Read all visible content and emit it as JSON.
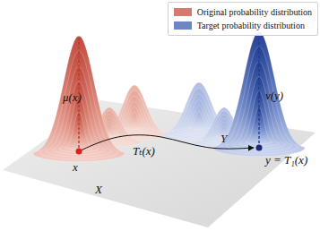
{
  "diagram": {
    "labels": [
      "μ(x)",
      "ν(y)",
      "x",
      "X",
      "Tₜ(x)",
      "Y",
      "y = T₁(x)"
    ],
    "legend": [
      {
        "text": "Original probability distribution",
        "color": "#d9796e"
      },
      {
        "text": "Target probability distribution",
        "color": "#6f86c4"
      }
    ]
  }
}
